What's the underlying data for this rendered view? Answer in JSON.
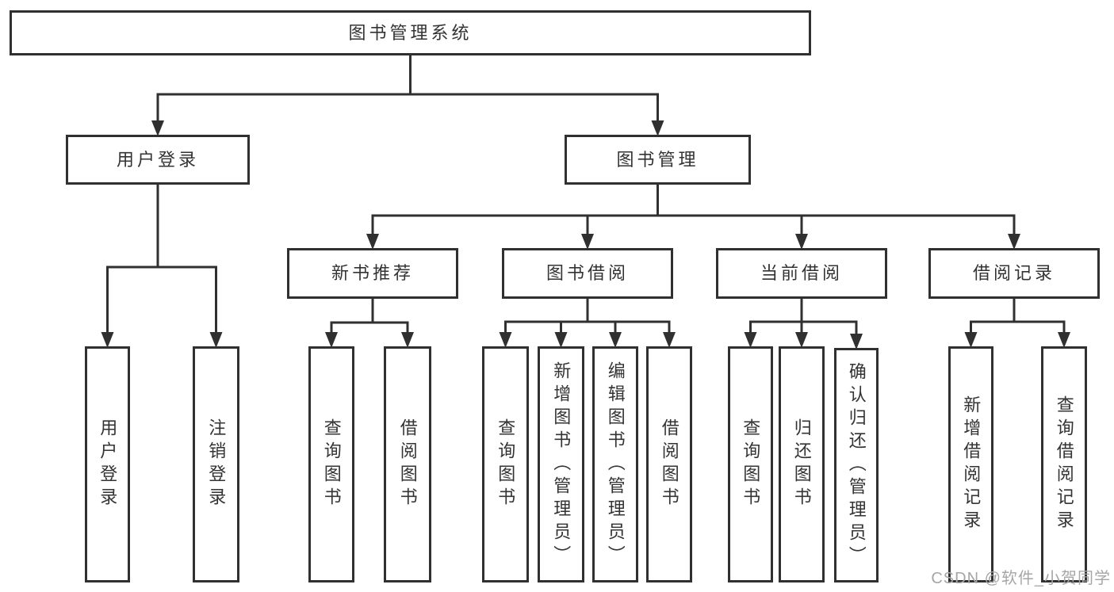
{
  "diagram": {
    "nodes": [
      {
        "id": "root",
        "label": "图书管理系统",
        "parent": null
      },
      {
        "id": "user-login",
        "label": "用户登录",
        "parent": "root"
      },
      {
        "id": "book-mgmt",
        "label": "图书管理",
        "parent": "root"
      },
      {
        "id": "new-book-rec",
        "label": "新书推荐",
        "parent": "book-mgmt"
      },
      {
        "id": "book-borrow",
        "label": "图书借阅",
        "parent": "book-mgmt"
      },
      {
        "id": "current-borrow",
        "label": "当前借阅",
        "parent": "book-mgmt"
      },
      {
        "id": "borrow-records",
        "label": "借阅记录",
        "parent": "book-mgmt"
      },
      {
        "id": "leaf-user-login",
        "label": "用户登录",
        "parent": "user-login"
      },
      {
        "id": "leaf-logout",
        "label": "注销登录",
        "parent": "user-login"
      },
      {
        "id": "leaf-query-newrec",
        "label": "查询图书",
        "parent": "new-book-rec"
      },
      {
        "id": "leaf-borrow-newrec",
        "label": "借阅图书",
        "parent": "new-book-rec"
      },
      {
        "id": "leaf-query-borrow",
        "label": "查询图书",
        "parent": "book-borrow"
      },
      {
        "id": "leaf-add-books",
        "label": "新增图书（管理员）",
        "parent": "book-borrow"
      },
      {
        "id": "leaf-edit-books",
        "label": "编辑图书（管理员）",
        "parent": "book-borrow"
      },
      {
        "id": "leaf-borrow-books",
        "label": "借阅图书",
        "parent": "book-borrow"
      },
      {
        "id": "leaf-query-current",
        "label": "查询图书",
        "parent": "current-borrow"
      },
      {
        "id": "leaf-return-books",
        "label": "归还图书",
        "parent": "current-borrow"
      },
      {
        "id": "leaf-confirm-return",
        "label": "确认归还（管理员）",
        "parent": "current-borrow"
      },
      {
        "id": "leaf-add-record",
        "label": "新增借阅记录",
        "parent": "borrow-records"
      },
      {
        "id": "leaf-query-record",
        "label": "查询借阅记录",
        "parent": "borrow-records"
      }
    ]
  },
  "watermark": {
    "text": "CSDN @软件_小贺同学"
  },
  "colors": {
    "line": "#303030",
    "text": "#333333",
    "background": "#ffffff",
    "watermark": "#a6a6a6"
  }
}
